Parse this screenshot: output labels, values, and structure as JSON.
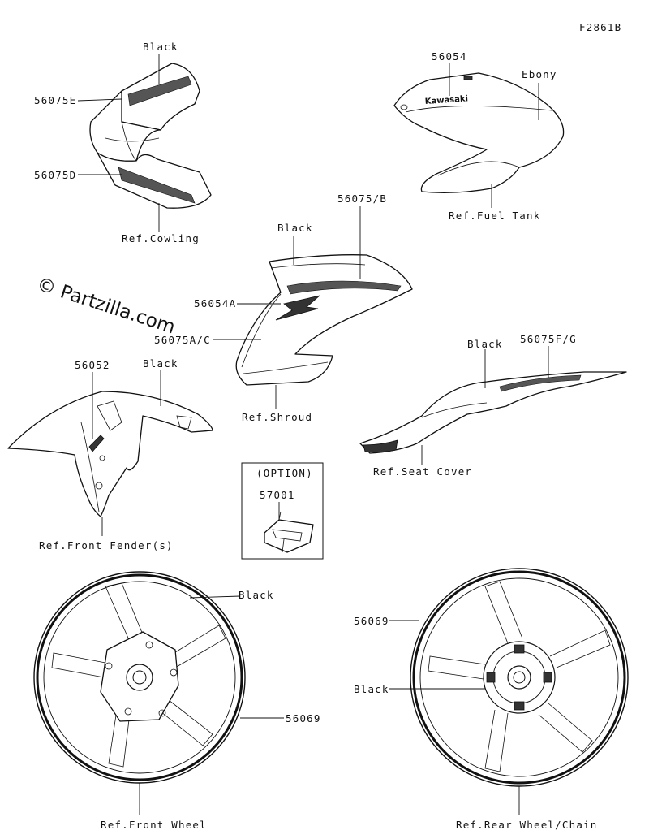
{
  "figure_code": "F2861B",
  "watermark": "© Partzilla.com",
  "brand_text": "Kawasaki",
  "labels": {
    "cowl_black": "Black",
    "cowl_upper": "56075E",
    "cowl_lower": "56075D",
    "cowl_ref": "Ref.Cowling",
    "tank_part": "56054",
    "tank_color": "Ebony",
    "tank_ref": "Ref.Fuel Tank",
    "shroud_black": "Black",
    "shroud_b": "56075/B",
    "shroud_a": "56054A",
    "shroud_ac": "56075A/C",
    "shroud_ref": "Ref.Shroud",
    "fender_part": "56052",
    "fender_black": "Black",
    "fender_ref": "Ref.Front Fender(s)",
    "seat_black": "Black",
    "seat_part": "56075F/G",
    "seat_ref": "Ref.Seat Cover",
    "option_title": "(OPTION)",
    "option_part": "57001",
    "fw_black": "Black",
    "fw_part": "56069",
    "fw_ref": "Ref.Front Wheel",
    "rw_part": "56069",
    "rw_black": "Black",
    "rw_ref": "Ref.Rear Wheel/Chain"
  }
}
